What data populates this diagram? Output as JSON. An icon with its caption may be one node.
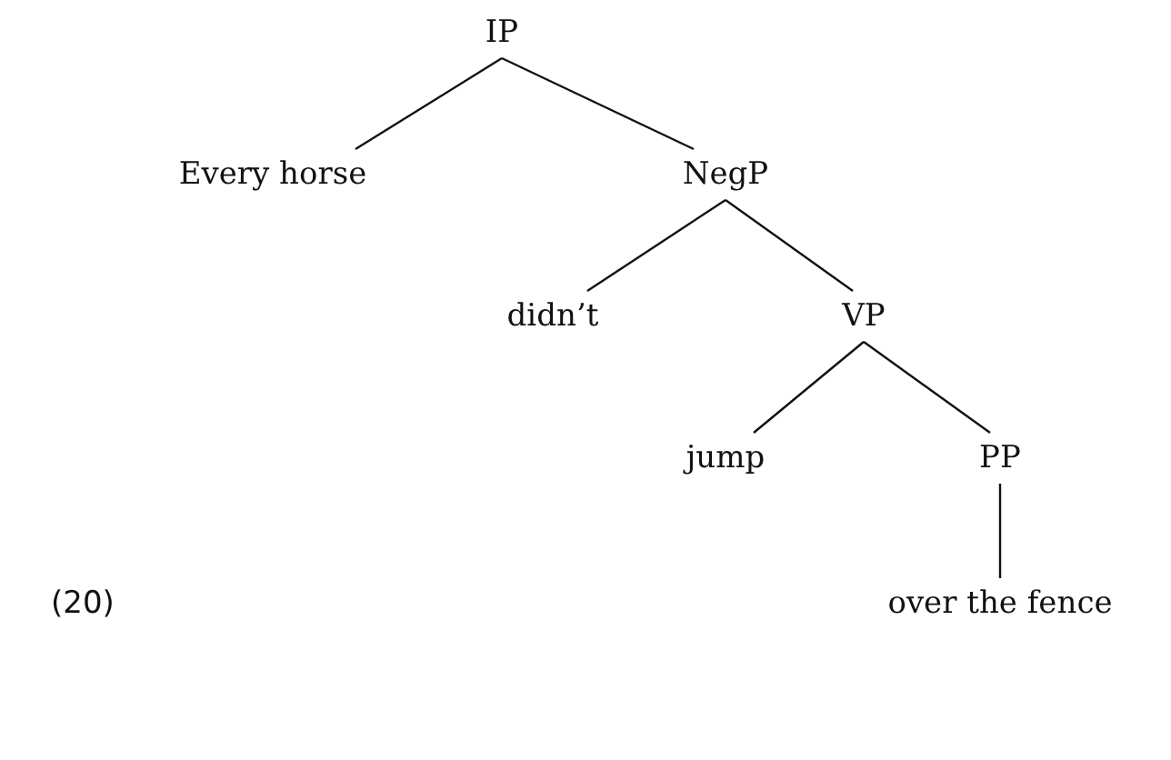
{
  "diagram": {
    "nodes": [
      {
        "text": [
          "IP"
        ]
      },
      {
        "text": [
          "Every horse"
        ]
      },
      {
        "text": [
          "NegP"
        ]
      },
      {
        "text": [
          "didn’t"
        ]
      },
      {
        "text": [
          "VP"
        ]
      },
      {
        "text": [
          "jump"
        ]
      },
      {
        "text": [
          "PP"
        ]
      },
      {
        "text": [
          "over the fence"
        ]
      }
    ],
    "edges": [
      {
        "from": 0,
        "to": 1,
        "arrow": "none"
      },
      {
        "from": 0,
        "to": 2,
        "arrow": "none"
      },
      {
        "from": 2,
        "to": 3,
        "arrow": "none"
      },
      {
        "from": 2,
        "to": 4,
        "arrow": "none"
      },
      {
        "from": 4,
        "to": 5,
        "arrow": "none"
      },
      {
        "from": 4,
        "to": 6,
        "arrow": "none"
      },
      {
        "from": 6,
        "to": 7,
        "arrow": "none"
      }
    ],
    "labels": [
      "(20)"
    ]
  }
}
